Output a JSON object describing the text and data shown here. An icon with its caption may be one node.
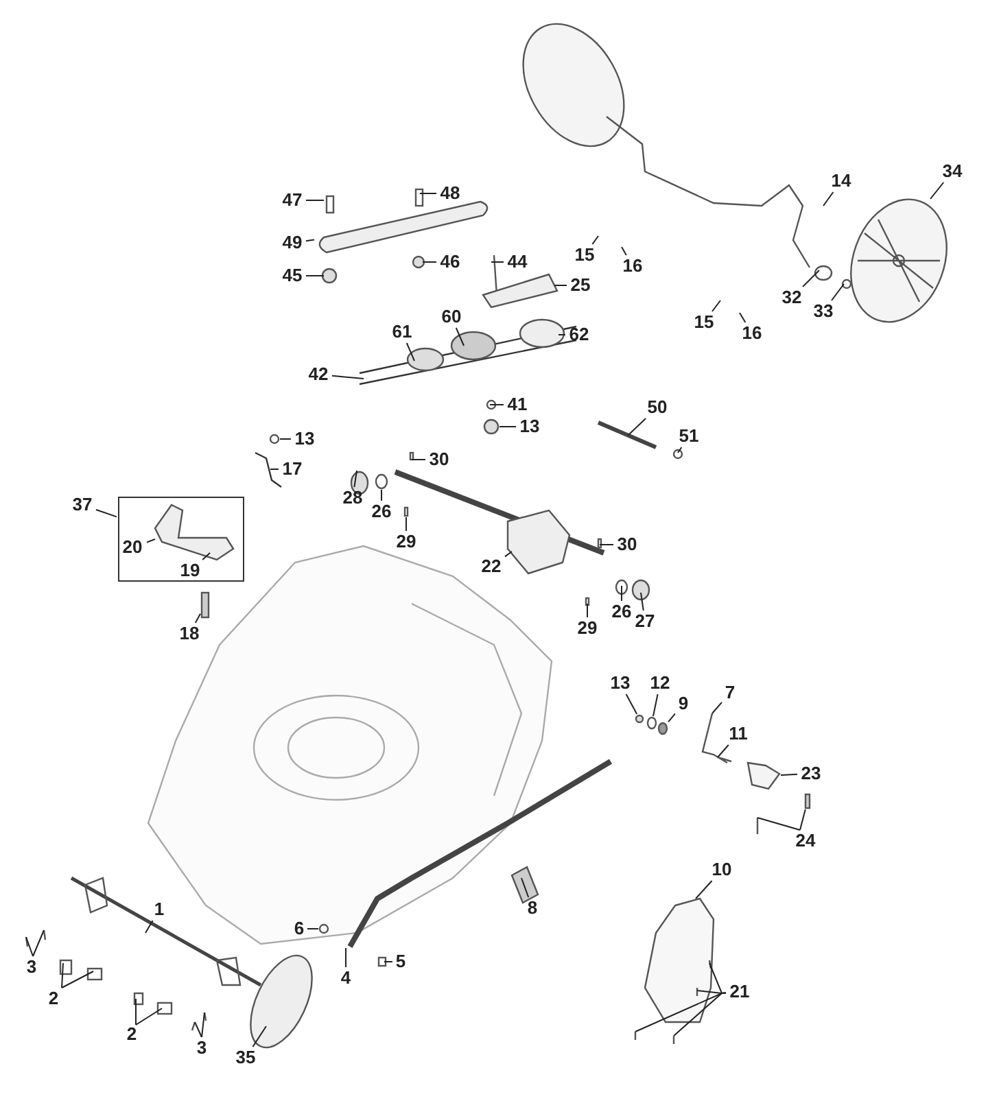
{
  "diagram": {
    "nodes": [
      {
        "text": [
          "47"
        ]
      },
      {
        "text": [
          "48"
        ]
      },
      {
        "text": [
          "49"
        ]
      },
      {
        "text": [
          "46"
        ]
      },
      {
        "text": [
          "45"
        ]
      },
      {
        "text": [
          "44"
        ]
      },
      {
        "text": [
          "25"
        ]
      },
      {
        "text": [
          "14"
        ]
      },
      {
        "text": [
          "34"
        ]
      },
      {
        "text": [
          "15"
        ]
      },
      {
        "text": [
          "16"
        ]
      },
      {
        "text": [
          "61"
        ]
      },
      {
        "text": [
          "60"
        ]
      },
      {
        "text": [
          "62"
        ]
      },
      {
        "text": [
          "42"
        ]
      },
      {
        "text": [
          "41"
        ]
      },
      {
        "text": [
          "13"
        ]
      },
      {
        "text": [
          "32"
        ]
      },
      {
        "text": [
          "33"
        ]
      },
      {
        "text": [
          "15"
        ]
      },
      {
        "text": [
          "16"
        ]
      },
      {
        "text": [
          "50"
        ]
      },
      {
        "text": [
          "51"
        ]
      },
      {
        "text": [
          "13"
        ]
      },
      {
        "text": [
          "17"
        ]
      },
      {
        "text": [
          "30"
        ]
      },
      {
        "text": [
          "28"
        ]
      },
      {
        "text": [
          "26"
        ]
      },
      {
        "text": [
          "29"
        ]
      },
      {
        "text": [
          "37"
        ]
      },
      {
        "text": [],
        "shape": "box"
      },
      {
        "text": [
          "20"
        ],
        "in": 30
      },
      {
        "text": [
          "19"
        ],
        "in": 30
      },
      {
        "text": [
          "22"
        ]
      },
      {
        "text": [
          "30"
        ]
      },
      {
        "text": [
          "26"
        ]
      },
      {
        "text": [
          "27"
        ]
      },
      {
        "text": [
          "29"
        ]
      },
      {
        "text": [
          "18"
        ]
      },
      {
        "text": [
          "13"
        ]
      },
      {
        "text": [
          "12"
        ]
      },
      {
        "text": [
          "9"
        ]
      },
      {
        "text": [
          "7"
        ]
      },
      {
        "text": [
          "11"
        ]
      },
      {
        "text": [
          "23"
        ]
      },
      {
        "text": [
          "24"
        ]
      },
      {
        "text": [
          "10"
        ]
      },
      {
        "text": [
          "8"
        ]
      },
      {
        "text": [
          "1"
        ]
      },
      {
        "text": [
          "6"
        ]
      },
      {
        "text": [
          "5"
        ]
      },
      {
        "text": [
          "4"
        ]
      },
      {
        "text": [
          "3"
        ]
      },
      {
        "text": [
          "2"
        ]
      },
      {
        "text": [
          "2"
        ]
      },
      {
        "text": [
          "3"
        ]
      },
      {
        "text": [
          "35"
        ]
      },
      {
        "text": [
          "21"
        ]
      },
      {
        "text": [],
        "shape": "circle"
      },
      {
        "text": [],
        "shape": "circle"
      },
      {
        "text": [],
        "shape": "box"
      },
      {
        "text": [],
        "shape": "circle"
      },
      {
        "text": [],
        "shape": "circle"
      },
      {
        "text": [],
        "shape": "picture"
      },
      {
        "text": [],
        "shape": "box"
      },
      {
        "text": [],
        "shape": "circle"
      },
      {
        "text": [],
        "shape": "picture"
      },
      {
        "text": [],
        "shape": "box"
      }
    ],
    "edges": [
      {
        "from": 0,
        "to": null,
        "arrow": "none"
      },
      {
        "from": 1,
        "to": null,
        "arrow": "none"
      },
      {
        "from": 2,
        "to": 66,
        "arrow": "none"
      },
      {
        "from": 3,
        "to": null,
        "arrow": "none"
      },
      {
        "from": 4,
        "to": null,
        "arrow": "none"
      },
      {
        "from": 5,
        "to": null,
        "arrow": "none"
      },
      {
        "from": 6,
        "to": null,
        "arrow": "none"
      },
      {
        "from": 7,
        "to": null,
        "arrow": "none"
      },
      {
        "from": 8,
        "to": null,
        "arrow": "none"
      },
      {
        "from": 9,
        "to": null,
        "arrow": "none"
      },
      {
        "from": 10,
        "to": null,
        "arrow": "none"
      },
      {
        "from": 11,
        "to": null,
        "arrow": "none"
      },
      {
        "from": 12,
        "to": null,
        "arrow": "none"
      },
      {
        "from": 13,
        "to": null,
        "arrow": "none"
      },
      {
        "from": 14,
        "to": null,
        "arrow": "none"
      },
      {
        "from": 15,
        "to": null,
        "arrow": "none"
      },
      {
        "from": 16,
        "to": 58,
        "arrow": "none"
      },
      {
        "from": 17,
        "to": null,
        "arrow": "none"
      },
      {
        "from": 18,
        "to": null,
        "arrow": "none"
      },
      {
        "from": 19,
        "to": null,
        "arrow": "none"
      },
      {
        "from": 20,
        "to": null,
        "arrow": "none"
      },
      {
        "from": 21,
        "to": null,
        "arrow": "none"
      },
      {
        "from": 22,
        "to": null,
        "arrow": "none"
      },
      {
        "from": 23,
        "to": null,
        "arrow": "none"
      },
      {
        "from": 24,
        "to": null,
        "arrow": "none"
      },
      {
        "from": 25,
        "to": null,
        "arrow": "none"
      },
      {
        "from": 26,
        "to": null,
        "arrow": "none"
      },
      {
        "from": 27,
        "to": 59,
        "arrow": "none"
      },
      {
        "from": 28,
        "to": 60,
        "arrow": "none"
      },
      {
        "from": 29,
        "to": 30,
        "arrow": "none"
      },
      {
        "from": 31,
        "to": null,
        "arrow": "none"
      },
      {
        "from": 32,
        "to": null,
        "arrow": "none"
      },
      {
        "from": 33,
        "to": null,
        "arrow": "none"
      },
      {
        "from": 34,
        "to": null,
        "arrow": "none"
      },
      {
        "from": 35,
        "to": null,
        "arrow": "none"
      },
      {
        "from": 36,
        "to": null,
        "arrow": "none"
      },
      {
        "from": 37,
        "to": null,
        "arrow": "none"
      },
      {
        "from": 38,
        "to": 67,
        "arrow": "none"
      },
      {
        "from": 39,
        "to": 61,
        "arrow": "none"
      },
      {
        "from": 40,
        "to": 62,
        "arrow": "none"
      },
      {
        "from": 41,
        "to": 65,
        "arrow": "none"
      },
      {
        "from": 42,
        "to": null,
        "arrow": "none"
      },
      {
        "from": 43,
        "to": null,
        "arrow": "none"
      },
      {
        "from": 44,
        "to": 63,
        "arrow": "none"
      },
      {
        "from": 45,
        "to": null,
        "arrow": "none"
      },
      {
        "from": 45,
        "to": 64,
        "arrow": "none"
      },
      {
        "from": 46,
        "to": null,
        "arrow": "none"
      },
      {
        "from": 47,
        "to": null,
        "arrow": "none"
      },
      {
        "from": 48,
        "to": null,
        "arrow": "none"
      },
      {
        "from": 49,
        "to": null,
        "arrow": "none"
      },
      {
        "from": 50,
        "to": null,
        "arrow": "none"
      },
      {
        "from": 51,
        "to": null,
        "arrow": "none"
      },
      {
        "from": 52,
        "to": null,
        "arrow": "none"
      },
      {
        "from": 52,
        "to": null,
        "arrow": "none"
      },
      {
        "from": 53,
        "to": null,
        "arrow": "none"
      },
      {
        "from": 53,
        "to": null,
        "arrow": "none"
      },
      {
        "from": 54,
        "to": null,
        "arrow": "none"
      },
      {
        "from": 54,
        "to": null,
        "arrow": "none"
      },
      {
        "from": 55,
        "to": null,
        "arrow": "none"
      },
      {
        "from": 55,
        "to": null,
        "arrow": "none"
      },
      {
        "from": 56,
        "to": null,
        "arrow": "none"
      },
      {
        "from": 57,
        "to": null,
        "arrow": "none"
      },
      {
        "from": 57,
        "to": null,
        "arrow": "none"
      },
      {
        "from": 57,
        "to": null,
        "arrow": "none"
      },
      {
        "from": 57,
        "to": null,
        "arrow": "none"
      }
    ]
  }
}
